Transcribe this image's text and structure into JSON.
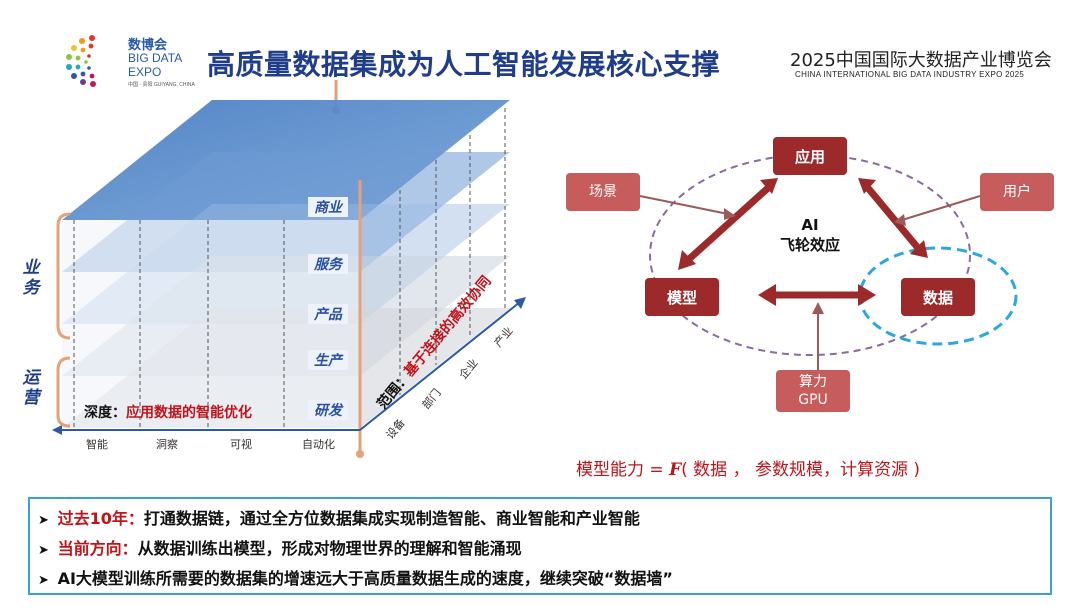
{
  "logo": {
    "cn": "数博会",
    "en_line1": "BIG DATA",
    "en_line2": "EXPO",
    "location": "中国 · 贵阳   GUIYANG, CHINA"
  },
  "title": "高质量数据集成为人工智能发展核心支撑",
  "expo": {
    "cn": "2025中国国际大数据产业博览会",
    "en": "CHINA INTERNATIONAL BIG DATA INDUSTRY EXPO 2025"
  },
  "left_diagram": {
    "layers": [
      "商业",
      "服务",
      "产品",
      "生产",
      "研发"
    ],
    "side_labels": [
      "业务",
      "运营"
    ],
    "depth_prefix": "深度：",
    "depth_text": "应用数据的智能优化",
    "x_axis_ticks": [
      "智能",
      "洞察",
      "可视",
      "自动化"
    ],
    "range_prefix": "范围：",
    "range_text": "基于连接的高效协同",
    "diag_ticks": [
      "设备",
      "部门",
      "企业",
      "产业"
    ]
  },
  "flywheel": {
    "center_line1": "AI",
    "center_line2": "飞轮效应",
    "nodes": {
      "application": "应用",
      "model": "模型",
      "data": "数据"
    },
    "inputs": {
      "scene": "场景",
      "user": "用户",
      "compute_line1": "算力",
      "compute_line2": "GPU"
    },
    "colors": {
      "node": "#9c2a2a",
      "input": "#c65c5c",
      "ellipse": "#8a6aa0",
      "highlight": "#2aa8e0"
    }
  },
  "formula": {
    "prefix": "模型能力 = ",
    "fn": "F",
    "args": "( 数据 ，  参数规模，计算资源 )"
  },
  "bullets": [
    {
      "highlight": "过去10年：",
      "text": "打通数据链，通过全方位数据集成实现制造智能、商业智能和产业智能"
    },
    {
      "highlight": "当前方向：",
      "text": "从数据训练出模型，形成对物理世界的理解和智能涌现"
    },
    {
      "highlight": "",
      "text": "AI大模型训练所需要的数据集的增速远大于高质量数据生成的速度，继续突破“数据墙”"
    }
  ]
}
